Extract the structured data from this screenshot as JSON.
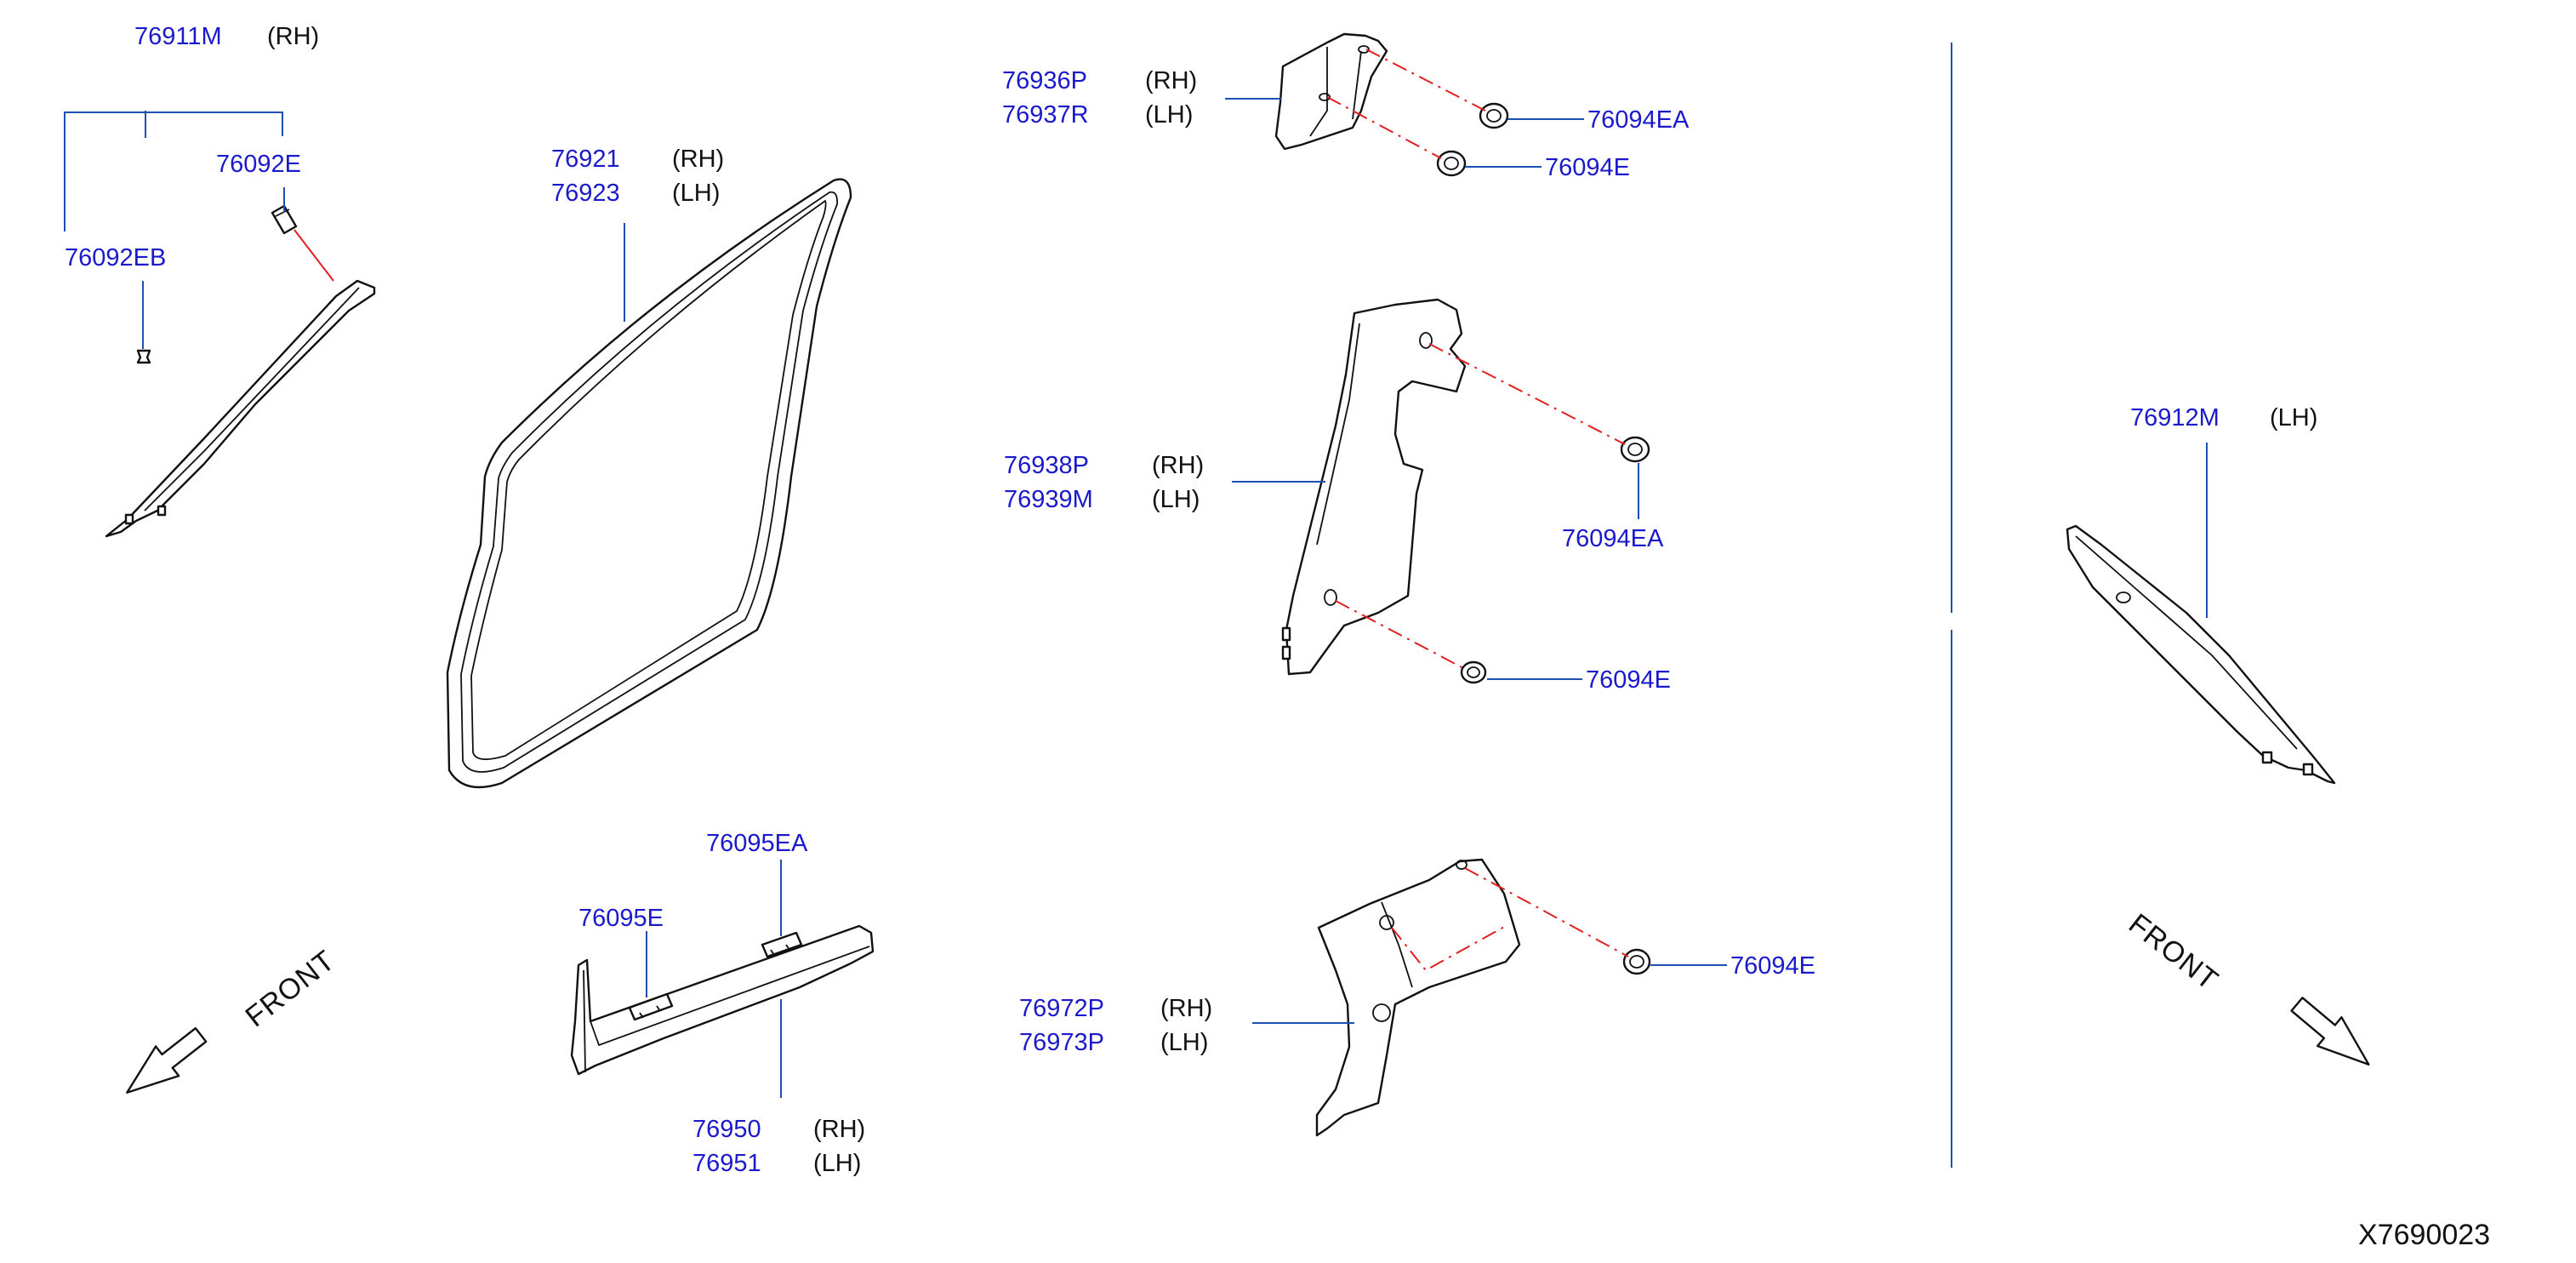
{
  "colors": {
    "part_number": "#1a1acc",
    "leader": "#1f4fb0",
    "dash": "#e02020"
  },
  "labels": {
    "p76911M": "76911M",
    "p76911M_side": "(RH)",
    "p76092E": "76092E",
    "p76092EB": "76092EB",
    "p76921": "76921",
    "p76921_side": "(RH)",
    "p76923": "76923",
    "p76923_side": "(LH)",
    "p76936P": "76936P",
    "p76936P_side": "(RH)",
    "p76937R": "76937R",
    "p76937R_side": "(LH)",
    "p76094EA_top": "76094EA",
    "p76094E_top": "76094E",
    "p76938P": "76938P",
    "p76938P_side": "(RH)",
    "p76939M": "76939M",
    "p76939M_side": "(LH)",
    "p76094EA_mid": "76094EA",
    "p76094E_mid": "76094E",
    "p76912M": "76912M",
    "p76912M_side": "(LH)",
    "p76095EA": "76095EA",
    "p76095E": "76095E",
    "p76950": "76950",
    "p76950_side": "(RH)",
    "p76951": "76951",
    "p76951_side": "(LH)",
    "p76972P": "76972P",
    "p76972P_side": "(RH)",
    "p76973P": "76973P",
    "p76973P_side": "(LH)",
    "p76094E_low": "76094E",
    "front_left": "FRONT",
    "front_right": "FRONT",
    "diagram_code": "X7690023"
  }
}
